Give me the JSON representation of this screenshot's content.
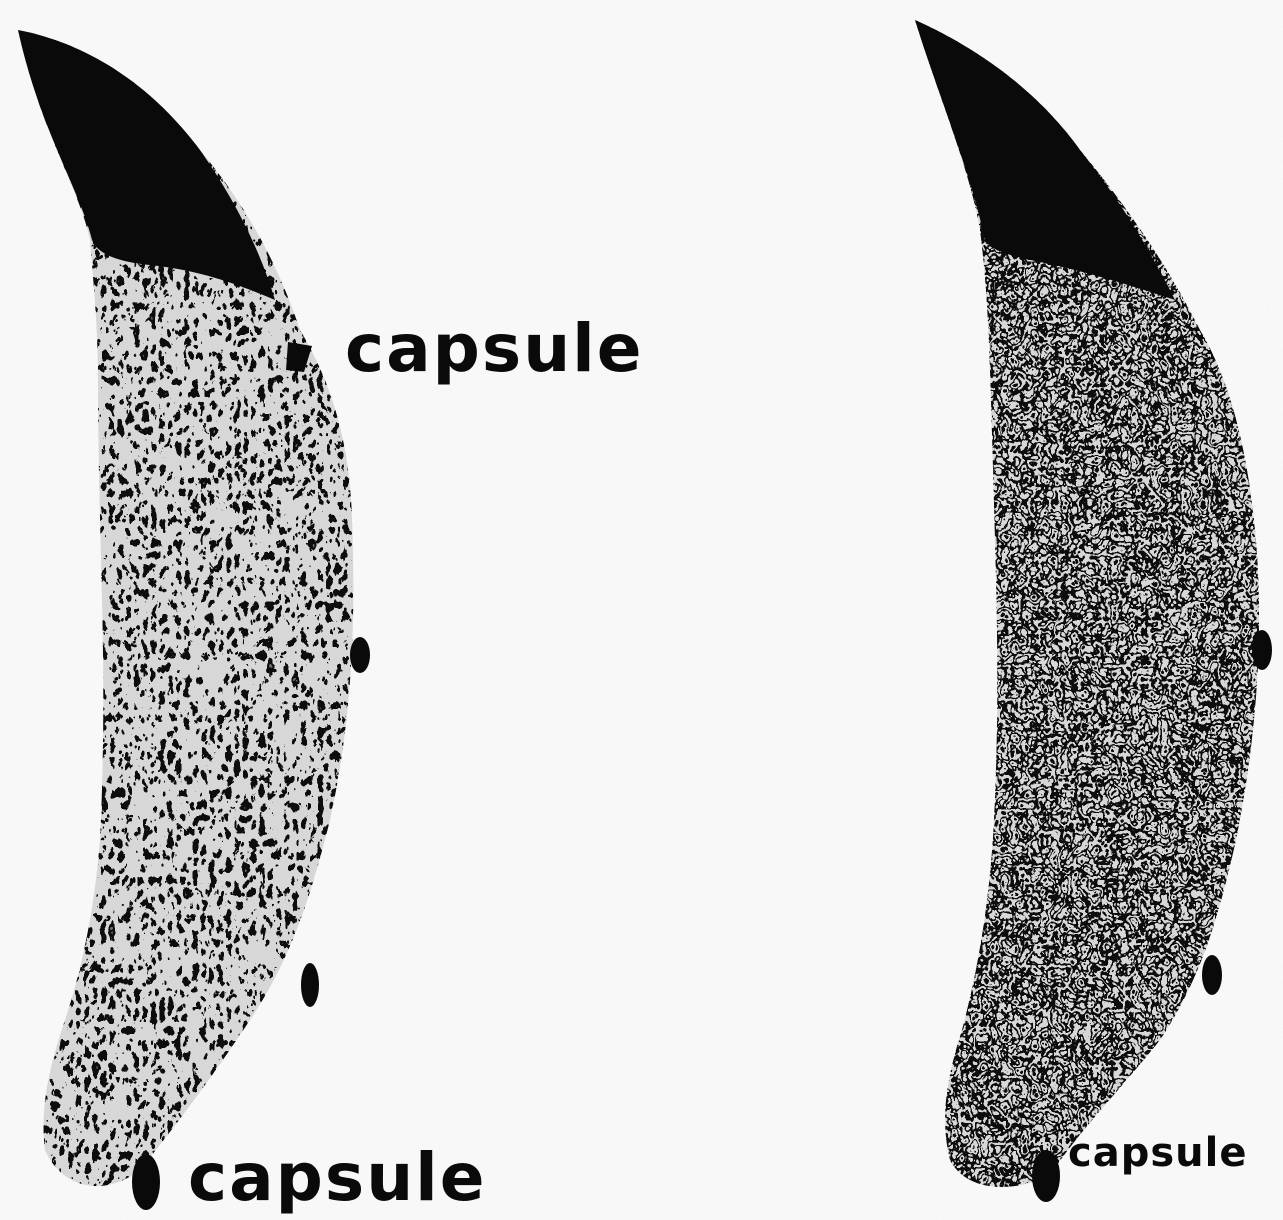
{
  "panels": [
    {
      "labels": [
        "capsule",
        "capsule"
      ]
    },
    {
      "labels": [
        "capsule"
      ]
    }
  ],
  "colors": {
    "ink": "#0a0a0a",
    "paper": "#fdfdfd",
    "mid": "#8a8a8a"
  }
}
